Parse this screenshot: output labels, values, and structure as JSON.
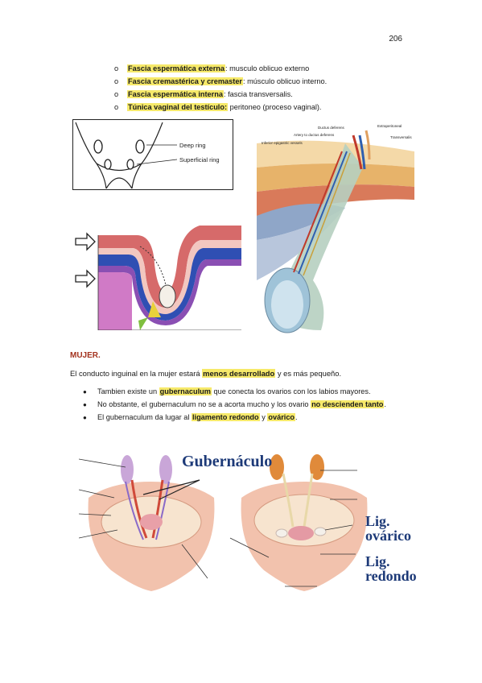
{
  "page": {
    "number": "206"
  },
  "male_layers": [
    {
      "term": "Fascia espermática externa",
      "rest": ": musculo oblicuo externo"
    },
    {
      "term": "Fascia cremastérica y cremaster",
      "rest": ": músculo oblicuo interno."
    },
    {
      "term": "Fascia espermática interna",
      "rest": ": fascia transversalis."
    },
    {
      "term": "Túnica vaginal del testículo:",
      "rest": " peritoneo (proceso vaginal)."
    }
  ],
  "list_marker": "o",
  "bullet_marker": "●",
  "figure_rings": {
    "deep_ring": "Deep ring",
    "superficial_ring": "Superficial ring"
  },
  "figure_canal": {
    "labels": [
      "Ductus deferens",
      "Artery to ductus deferens",
      "Inferior epigastric vessels",
      "Extraperitoneal",
      "Transversalis"
    ]
  },
  "mujer": {
    "heading": "MUJER.",
    "intro": {
      "pre": "El conducto inguinal en la mujer estará ",
      "highlight": "menos desarrollado",
      "post": " y es más pequeño."
    },
    "bullets": [
      {
        "pre": "Tambien existe un ",
        "highlight": "gubernaculum",
        "post": " que conecta los ovarios con los labios mayores.",
        "highlight2": "",
        "post2": ""
      },
      {
        "pre": "No obstante, el gubernaculum no se a acorta mucho y los ovario ",
        "highlight": "no descienden tanto",
        "post": ".",
        "highlight2": "",
        "post2": ""
      },
      {
        "pre": "El gubernaculum da lugar al ",
        "highlight": "ligamento redondo",
        "post": " y ",
        "highlight2": "ovárico",
        "post2": "."
      }
    ]
  },
  "female_figure": {
    "gubernaculo": "Gubernáculo",
    "lig_ovarico": [
      "Lig.",
      "ovárico"
    ],
    "lig_redondo": [
      "Lig.",
      "redondo"
    ]
  },
  "colors": {
    "heading": "#a3321e",
    "highlight": "#f6e96a",
    "callout": "#1d3a78"
  }
}
